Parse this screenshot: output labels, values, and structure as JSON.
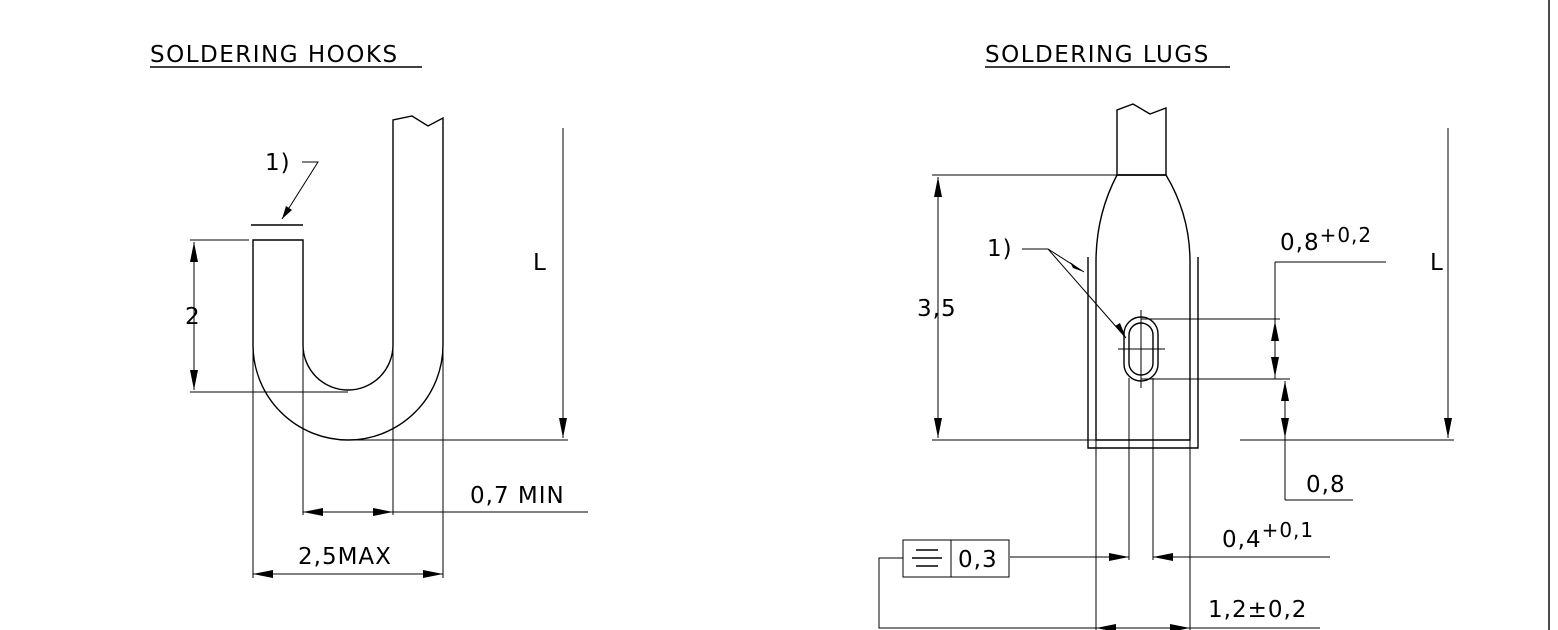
{
  "hooks": {
    "title": "SOLDERING HOOKS",
    "note": "1)",
    "dim_height": "2",
    "dim_length": "L",
    "dim_wire": "0,7 MIN",
    "dim_width": "2,5MAX"
  },
  "lugs": {
    "title": "SOLDERING LUGS",
    "note": "1)",
    "dim_height": "3,5",
    "dim_length": "L",
    "dim_slot_base": "0,8",
    "dim_slot_tol": "+0,2",
    "dim_edge": "0,8",
    "dim_slot_width_base": "0,4",
    "dim_slot_width_tol": "+0,1",
    "dim_width": "1,2±0,2",
    "sym_box_value": "0,3"
  }
}
